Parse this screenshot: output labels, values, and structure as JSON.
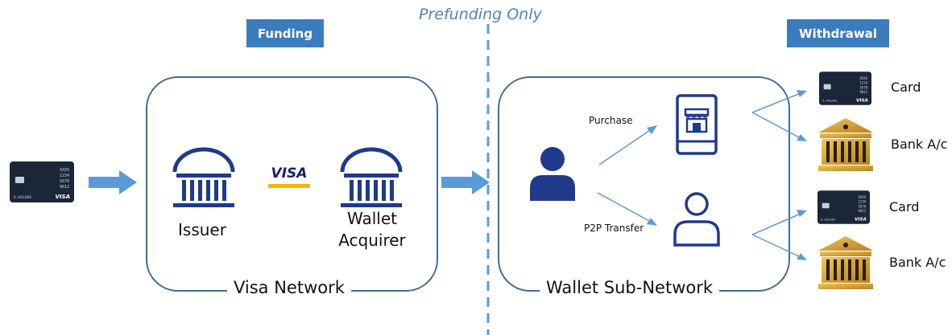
{
  "header": {
    "prefunding_label": "Prefunding Only"
  },
  "sections": {
    "funding": "Funding",
    "withdrawal": "Withdrawal"
  },
  "visa_network": {
    "label": "Visa Network",
    "issuer": "Issuer",
    "acquirer_line1": "Wallet",
    "acquirer_line2": "Acquirer",
    "brand": "VISA"
  },
  "wallet_network": {
    "label": "Wallet Sub-Network",
    "purchase": "Purchase",
    "p2p": "P2P Transfer"
  },
  "withdrawal_targets": [
    {
      "card": "Card",
      "bank": "Bank A/c"
    },
    {
      "card": "Card",
      "bank": "Bank A/c"
    }
  ],
  "card": {
    "numbers": [
      "XXXX",
      "1234",
      "5678",
      "9012"
    ],
    "holder": "A. HOLDER",
    "brand": "VISA"
  },
  "colors": {
    "tag_blue": "#3b7dbc",
    "box_border": "#3e6c96",
    "arrow_blue": "#5b9bd5",
    "navy": "#1f3a8a",
    "gold": "#d6a22e",
    "card_dark": "#1b2738"
  },
  "icons": [
    "card-icon",
    "bank-icon",
    "visa-logo",
    "user-icon",
    "store-tablet-icon",
    "user-outline-icon"
  ]
}
